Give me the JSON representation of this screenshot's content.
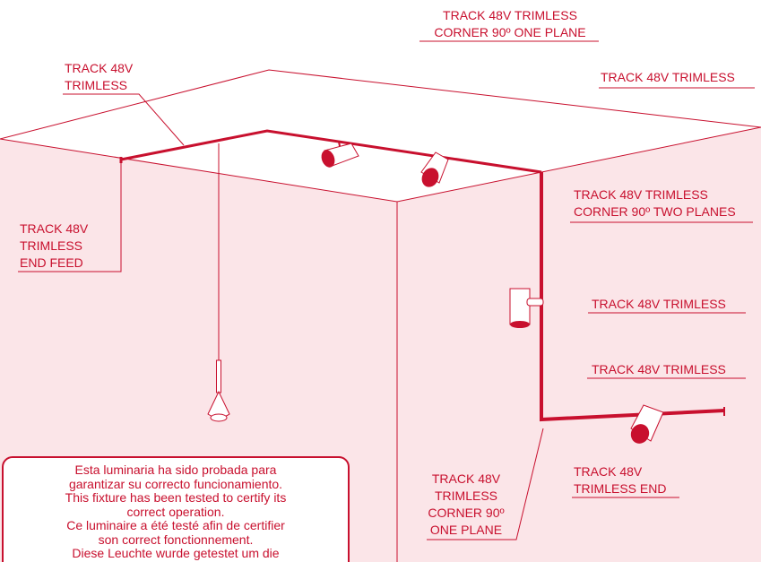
{
  "colors": {
    "accent": "#c8102e",
    "wall_fill": "#fbe5e8",
    "ceiling_fill": "#ffffff",
    "track": "#c8102e"
  },
  "labels": {
    "corner_one_plane_top": [
      "TRACK 48V TRIMLESS",
      "CORNER 90º ONE PLANE"
    ],
    "trimless_left": [
      "TRACK 48V",
      "TRIMLESS"
    ],
    "trimless_right_top": [
      "TRACK 48V TRIMLESS"
    ],
    "end_feed": [
      "TRACK 48V",
      "TRIMLESS",
      "END FEED"
    ],
    "corner_two_planes": [
      "TRACK 48V TRIMLESS",
      "CORNER 90º TWO PLANES"
    ],
    "trimless_wall_vertical": [
      "TRACK 48V TRIMLESS"
    ],
    "trimless_wall_horizontal": [
      "TRACK 48V TRIMLESS"
    ],
    "corner_one_plane_bottom": [
      "TRACK 48V",
      "TRIMLESS",
      "CORNER 90º",
      "ONE PLANE"
    ],
    "trimless_end": [
      "TRACK 48V",
      "TRIMLESS END"
    ]
  },
  "notice": {
    "lines": [
      "Esta luminaria ha sido probada para",
      "garantizar su correcto funcionamiento.",
      "This fixture has been tested to certify its",
      "correct operation.",
      "Ce luminaire a été testé afin de certifier",
      "son correct fonctionnement.",
      "Diese Leuchte wurde getestet um die"
    ]
  }
}
